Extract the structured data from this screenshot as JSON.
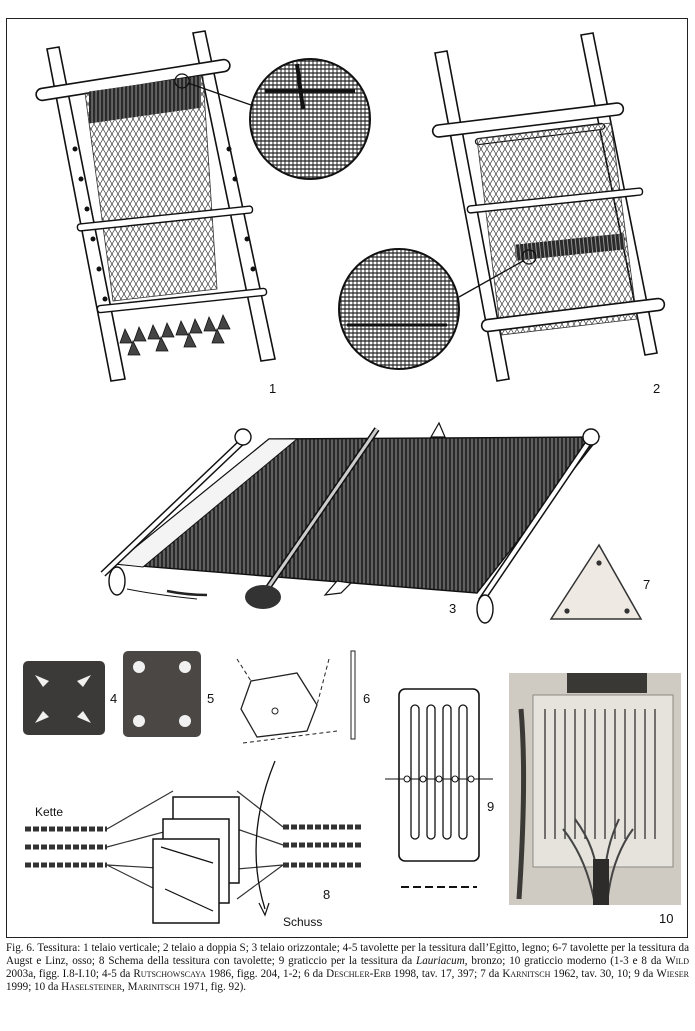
{
  "figure": {
    "panel_numbers": [
      "1",
      "2",
      "3",
      "7",
      "4",
      "5",
      "6",
      "9",
      "8",
      "10"
    ],
    "labels": {
      "kette": "Kette",
      "schuss": "Schuss"
    }
  },
  "caption": {
    "p1": "Fig. 6. Tessitura: 1 telaio verticale; 2 telaio a doppia S; 3 telaio orizzontale; 4-5 tavolette per la tessitura dall’Egitto, legno; 6-7 tavolette per la tessitura da Augst e Linz, osso; 8 Schema della tessitura con tavolette; 9 graticcio per la tessitura da ",
    "lauriacum": "Lauriacum",
    "p2": ", bronzo; 10 graticcio moderno  (1-3 e 8  da ",
    "wild": "Wild",
    "p3": " 2003a, figg. I.8-I.10; 4-5 da ",
    "rutsch": "Rutschowscaya",
    "p4": " 1986, figg. 204, 1-2; 6 da ",
    "deschler": "Deschler-Erb",
    "p5": " 1998, tav. 17, 397; 7 da ",
    "karnitsch": "Karnitsch",
    "p6": " 1962, tav. 30, 10; 9 da ",
    "wieser": "Wieser",
    "p7": " 1999; 10 da ",
    "hasel": "Haselsteiner, Marinitsch",
    "p8": " 1971, fig. 92)."
  },
  "colors": {
    "ink": "#1a1a1a",
    "photo_bg": "#cfcac2"
  }
}
